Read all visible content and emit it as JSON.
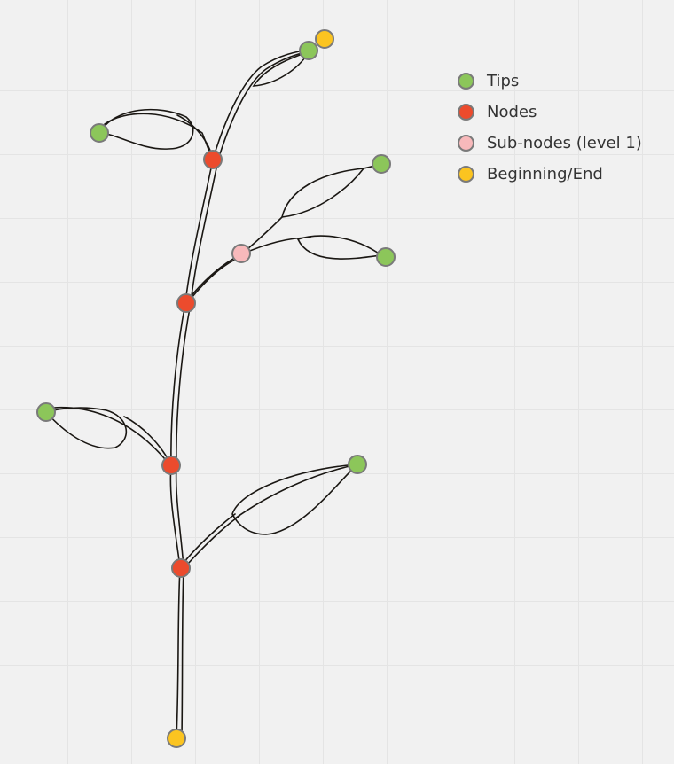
{
  "colors": {
    "tip": "#8cc65a",
    "node": "#ec4b2d",
    "subnode": "#f8b9bb",
    "ends": "#fbc420",
    "stroke": "#7a7a7a",
    "branch": "#1a1713"
  },
  "legend": {
    "tips_label": "Tips",
    "nodes_label": "Nodes",
    "subnodes_label": "Sub-nodes (level 1)",
    "ends_label": "Beginning/End"
  }
}
